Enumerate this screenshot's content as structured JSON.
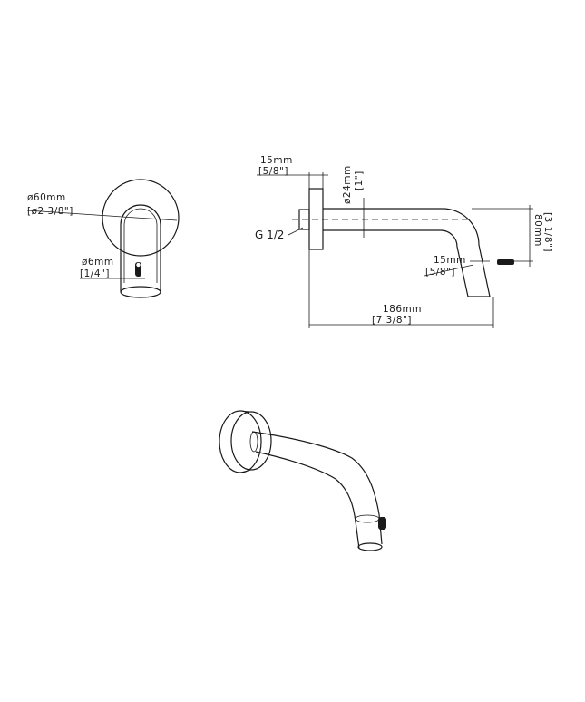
{
  "front_view": {
    "flange_diameter_mm": "ø60mm",
    "flange_diameter_in": "[ø2 3/8\"]",
    "aerator_diameter_mm": "ø6mm",
    "aerator_diameter_in": "[1/4\"]"
  },
  "side_view": {
    "flange_thickness_mm": "15mm",
    "flange_thickness_in": "[5/8\"]",
    "pipe_diameter_mm": "ø24mm",
    "pipe_diameter_in": "[1\"]",
    "thread": "G 1/2",
    "height_mm": "80mm",
    "height_in": "[3 1/8\"]",
    "outlet_length_mm": "15mm",
    "outlet_length_in": "[5/8\"]",
    "projection_mm": "186mm",
    "projection_in": "[7 3/8\"]"
  }
}
